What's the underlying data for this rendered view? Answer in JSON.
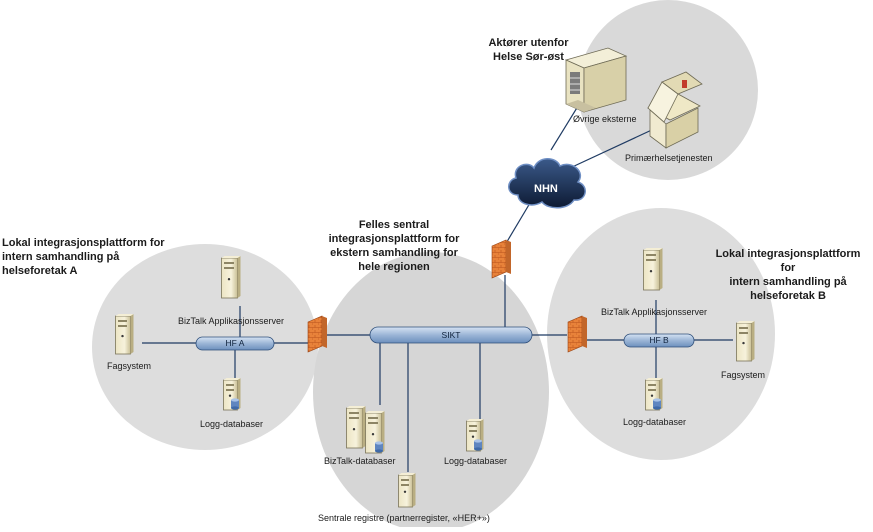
{
  "labels": {
    "aktorer": "Aktører utenfor\nHelse Sør-øst",
    "ovrige": "Øvrige eksterne",
    "primaer": "Primærhelsetjenesten",
    "nhn": "NHN",
    "felles": "Felles sentral\nintegrasjonsplattform for\nekstern samhandling for\nhele regionen",
    "lokalA": "Lokal integrasjonsplattform for\nintern samhandling på\nhelseforetak A",
    "lokalB": "Lokal integrasjonsplattform for\nintern samhandling på\nhelseforetak B",
    "biztalkA": "BizTalk Applikasjonsserver",
    "biztalkB": "BizTalk Applikasjonsserver",
    "fagsystemA": "Fagsystem",
    "fagsystemB": "Fagsystem",
    "loggA": "Logg-databaser",
    "loggB": "Logg-databaser",
    "loggSikt": "Logg-databaser",
    "biztalkDb": "BizTalk-databaser",
    "sentrale": "Sentrale registre (partnerregister, «HER+»)",
    "busA": "HF A",
    "busSikt": "SIKT",
    "busB": "HF B"
  },
  "colors": {
    "zone": "#d9d9d9",
    "bus": "#9bb5d6",
    "busEdge": "#2f4f7a",
    "firewall": "#e8823a",
    "line": "#1f3b63"
  },
  "icons": [
    "server-icon",
    "database-icon",
    "firewall-icon",
    "cloud-icon",
    "building-icon",
    "house-icon"
  ]
}
